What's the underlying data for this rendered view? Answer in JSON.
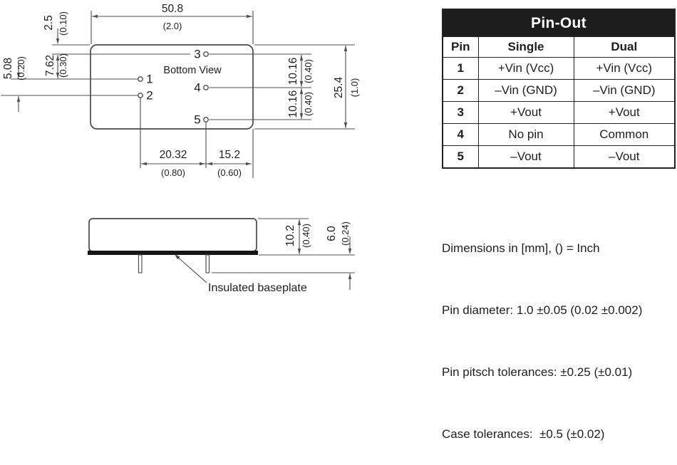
{
  "drawing": {
    "bottom_view": {
      "label": "Bottom View",
      "pins": {
        "p1": "1",
        "p2": "2",
        "p3": "3",
        "p4": "4",
        "p5": "5"
      },
      "dims": {
        "width_mm": "50.8",
        "width_in": "(2.0)",
        "height_mm": "25.4",
        "height_in": "(1.0)",
        "top_to_pin3_mm": "2.5",
        "top_to_pin3_in": "(0.10)",
        "pin3_to_pin1_mm": "7.62",
        "pin3_to_pin1_in": "(0.30)",
        "pin1_to_pin2_mm": "5.08",
        "pin1_to_pin2_in": "(0.20)",
        "pin3_to_pin4_mm": "10.16",
        "pin3_to_pin4_in": "(0.40)",
        "pin4_to_pin5_mm": "10.16",
        "pin4_to_pin5_in": "(0.40)",
        "pin2_to_pin5_mm": "20.32",
        "pin2_to_pin5_in": "(0.80)",
        "pin5_to_edge_mm": "15.2",
        "pin5_to_edge_in": "(0.60)"
      }
    },
    "side_view": {
      "baseplate_label": "Insulated baseplate",
      "dims": {
        "case_height_mm": "10.2",
        "case_height_in": "(0.40)",
        "pin_length_mm": "6.0",
        "pin_length_in": "(0.24)"
      }
    }
  },
  "pinout": {
    "title": "Pin-Out",
    "columns": [
      "Pin",
      "Single",
      "Dual"
    ],
    "rows": [
      {
        "pin": "1",
        "single": "+Vin (Vcc)",
        "dual": "+Vin (Vcc)"
      },
      {
        "pin": "2",
        "single": "–Vin (GND)",
        "dual": "–Vin (GND)"
      },
      {
        "pin": "3",
        "single": "+Vout",
        "dual": "+Vout"
      },
      {
        "pin": "4",
        "single": "No pin",
        "dual": "Common"
      },
      {
        "pin": "5",
        "single": "–Vout",
        "dual": "–Vout"
      }
    ]
  },
  "notes": [
    "Dimensions in [mm], () = Inch",
    "Pin diameter: 1.0 ±0.05 (0.02 ±0.002)",
    "Pin pitsch tolerances: ±0.25 (±0.01)",
    "Case tolerances:  ±0.5 (±0.02)"
  ],
  "colors": {
    "line": "#4f4f51",
    "text": "#1e1e1e",
    "table_border": "#222222",
    "table_header_bg": "#1d1d1d",
    "table_header_text": "#ffffff",
    "background": "#ffffff"
  }
}
